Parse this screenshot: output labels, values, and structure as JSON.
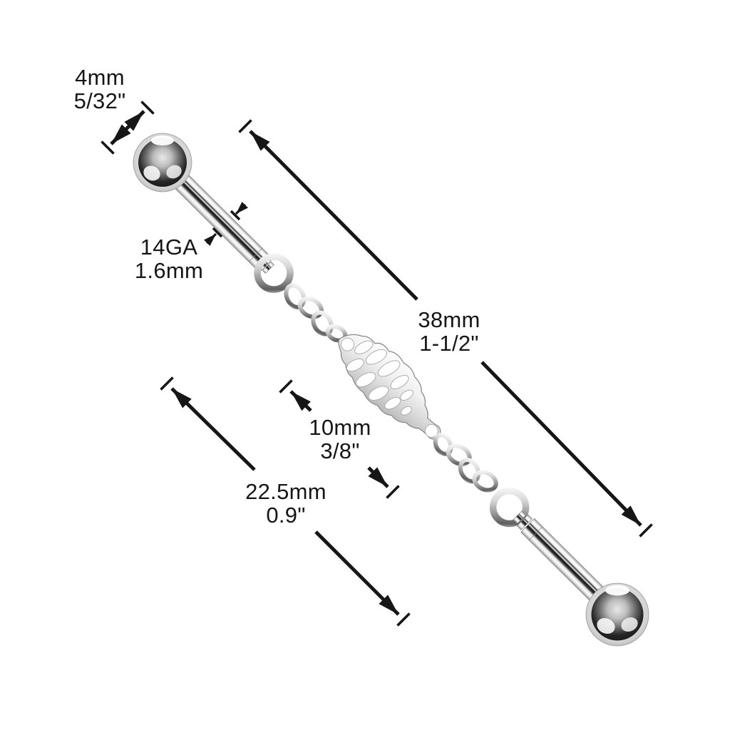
{
  "labels": {
    "ball_diameter": {
      "line1": "4mm",
      "line2": "5/32\""
    },
    "gauge": {
      "line1": "14GA",
      "line2": "1.6mm"
    },
    "overall_length": {
      "line1": "38mm",
      "line2": "1-1/2\""
    },
    "charm_length": {
      "line1": "10mm",
      "line2": "3/8\""
    },
    "bar_length": {
      "line1": "22.5mm",
      "line2": "0.9\""
    }
  },
  "colors": {
    "background": "#ffffff",
    "annotation": "#161616",
    "metal_highlight": "#ffffff",
    "metal_mid": "#c9c9c9",
    "metal_shadow": "#2b2b2b"
  }
}
